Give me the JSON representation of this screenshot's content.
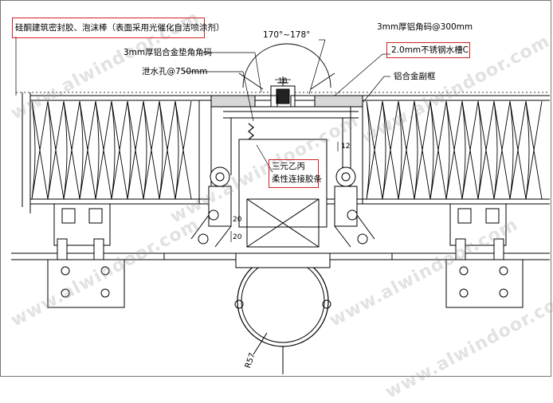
{
  "labels": {
    "sealant_note": "硅酮建筑密封胶、泡沫棒（表面采用光催化自洁喷涂剂）",
    "angle_range": "170°~178°",
    "angle_3mm_top": "3mm厚铝角码@300mm",
    "angle_3mm_left": "3mm厚铝合金垫角角码",
    "steel_gutter": "2.0mm不锈钢水槽C",
    "drain_hole": "泄水孔@750mm",
    "aluminum_frame": "铝合金副框",
    "epdm_line1": "三元乙丙",
    "epdm_line2": "柔性连接胶条",
    "dim_18": "18",
    "dim_12": "12",
    "dim_20a": "20",
    "dim_20b": "20",
    "radius": "R57"
  },
  "watermark": "www.alwindoor.com",
  "colors": {
    "line": "#000000",
    "highlight": "#d32020",
    "watermark": "#969696"
  }
}
